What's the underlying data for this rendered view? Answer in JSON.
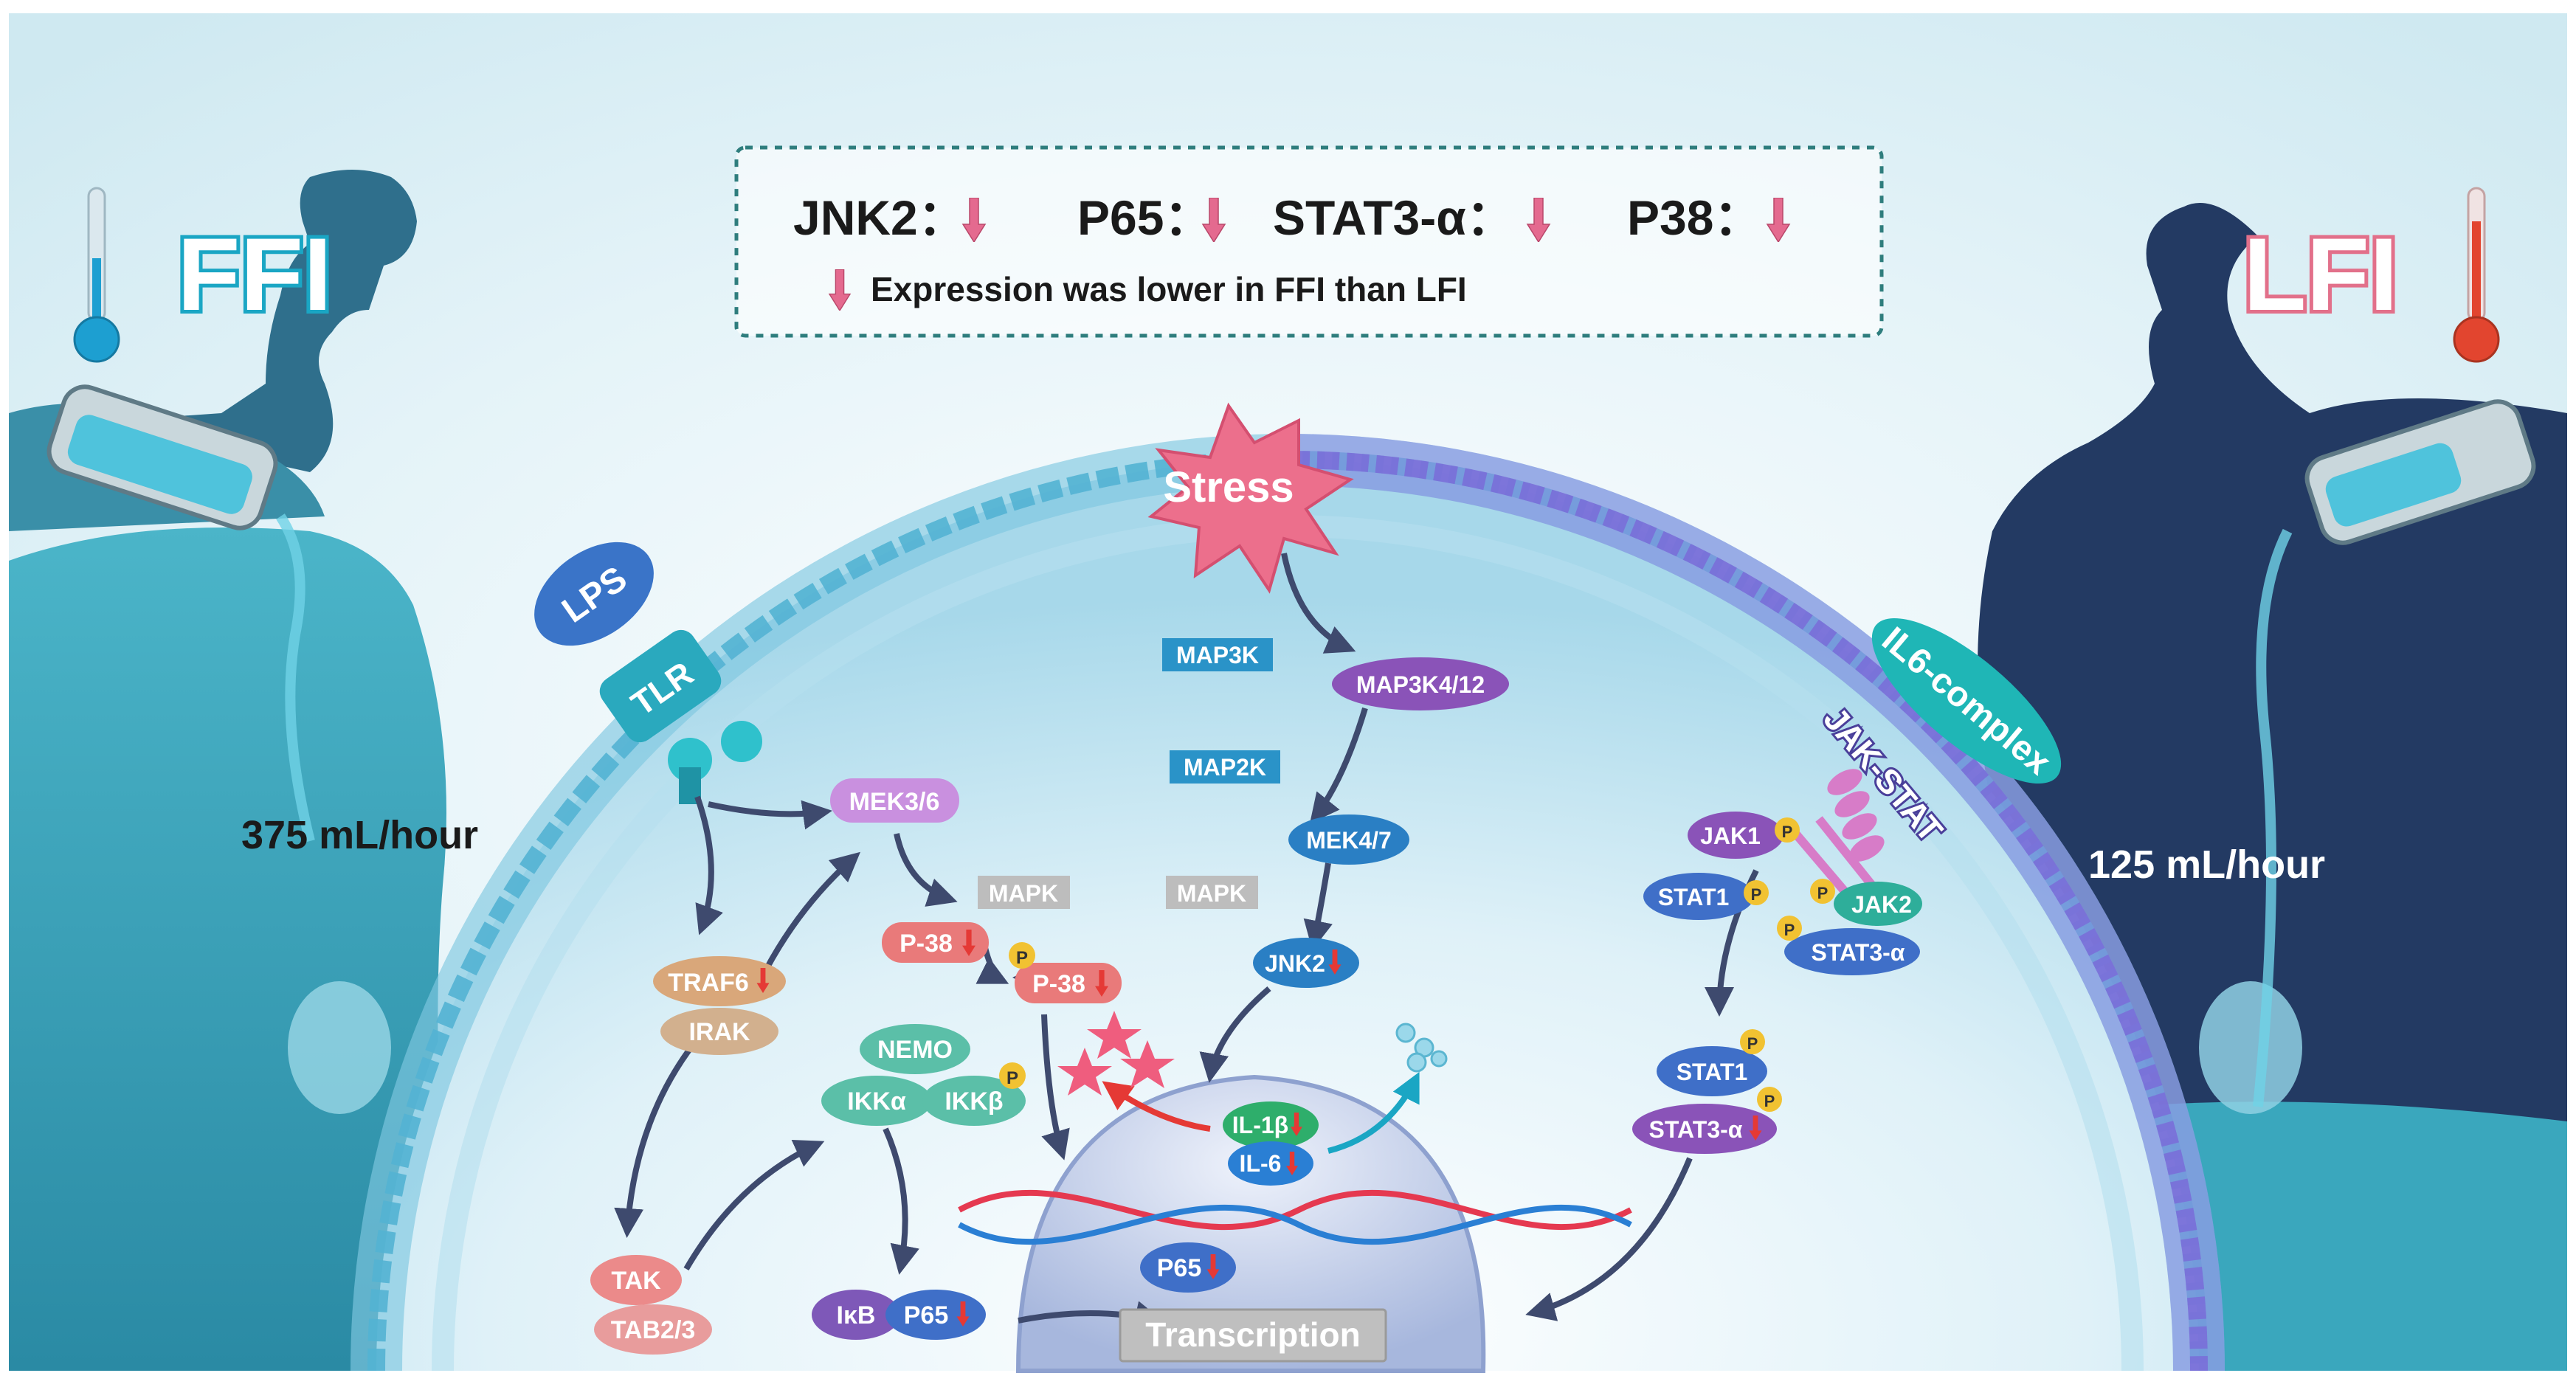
{
  "legend": {
    "items": [
      {
        "label": "JNK2："
      },
      {
        "label": "P65："
      },
      {
        "label": "STAT3-α："
      },
      {
        "label": "P38："
      }
    ],
    "note": "Expression was lower in FFI than LFI"
  },
  "left_panel": {
    "title": "FFI",
    "rate": "375 mL/hour"
  },
  "right_panel": {
    "title": "LFI",
    "rate": "125 mL/hour"
  },
  "stimuli": {
    "stress": "Stress",
    "lps": "LPS",
    "tlr": "TLR",
    "il6": "IL6-complex",
    "jakstat": "JAK-STAT"
  },
  "nodes": {
    "mek36": "MEK3/6",
    "mapk1": "MAPK",
    "mapk2": "MAPK",
    "p38a": "P-38",
    "p38b": "P-38",
    "traf6": "TRAF6",
    "irak": "IRAK",
    "nemo": "NEMO",
    "ikka": "IKKα",
    "ikkb": "IKKβ",
    "tak": "TAK",
    "tab23": "TAB2/3",
    "ikb": "IκB",
    "p65a": "P65",
    "p65b": "P65",
    "map3k": "MAP3K",
    "map3k412": "MAP3K4/12",
    "map2k": "MAP2K",
    "mek47": "MEK4/7",
    "jnk2": "JNK2",
    "il1b": "IL-1β",
    "il6": "IL-6",
    "jak1": "JAK1",
    "stat1a": "STAT1",
    "jak2": "JAK2",
    "stat3a": "STAT3-α",
    "stat1b": "STAT1",
    "stat3b": "STAT3-α",
    "transcription": "Transcription",
    "p": "P"
  },
  "colors": {
    "down_arrow": "#e46a8f",
    "red_arrow": "#e53935",
    "teal": "#1aa6c4",
    "navy_silhouette": "#233a63",
    "teal_silhouette": "#2f93aa",
    "pink": "#e2708a"
  }
}
